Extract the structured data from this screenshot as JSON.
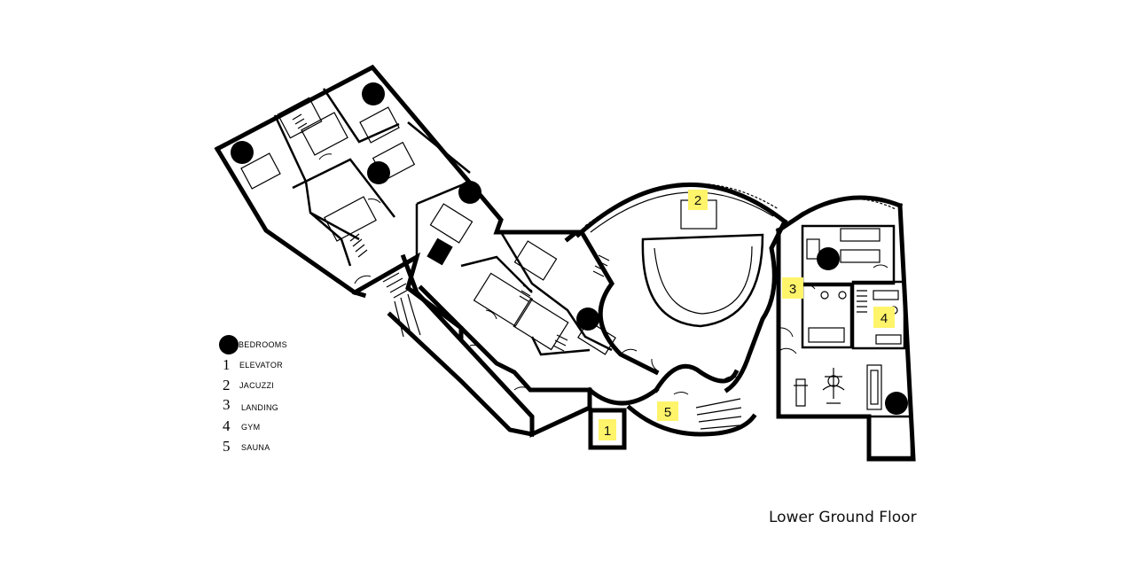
{
  "caption": "Lower Ground Floor",
  "legend": {
    "bedrooms_label": "BEDROOMS",
    "items": [
      {
        "number": "1",
        "label": "ELEVATOR"
      },
      {
        "number": "2",
        "label": "JACUZZI"
      },
      {
        "number": "3",
        "label": "LANDING"
      },
      {
        "number": "4",
        "label": "GYM"
      },
      {
        "number": "5",
        "label": "SAUNA"
      }
    ]
  },
  "markers": {
    "elevator": "1",
    "jacuzzi": "2",
    "landing": "3",
    "gym": "4",
    "sauna": "5"
  },
  "colors": {
    "marker": "#fff46a",
    "ink": "#000000",
    "background": "#ffffff"
  }
}
